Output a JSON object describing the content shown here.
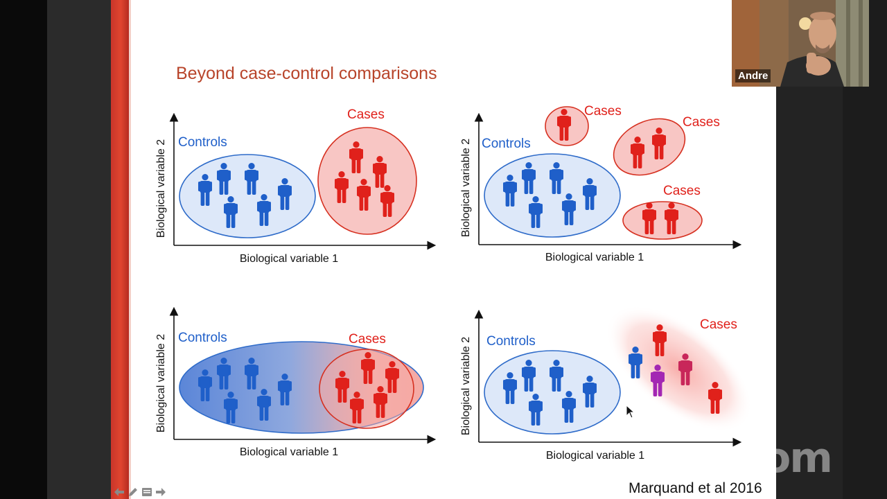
{
  "slide": {
    "title": "Beyond case-control comparisons",
    "citation": "Marquand et al 2016",
    "panels": [
      {
        "controls_label": "Controls",
        "cases_labels": [
          "Cases"
        ],
        "xlabel": "Biological variable 1",
        "ylabel": "Biological variable 2"
      },
      {
        "controls_label": "Controls",
        "cases_labels": [
          "Cases",
          "Cases",
          "Cases"
        ],
        "xlabel": "Biological variable 1",
        "ylabel": "Biological variable 2"
      },
      {
        "controls_label": "Controls",
        "cases_labels": [
          "Cases"
        ],
        "xlabel": "Biological variable 1",
        "ylabel": "Biological variable 2"
      },
      {
        "controls_label": "Controls",
        "cases_labels": [
          "Cases"
        ],
        "xlabel": "Biological variable 1",
        "ylabel": "Biological variable 2"
      }
    ]
  },
  "participant": {
    "name": "Andre"
  },
  "watermark": {
    "text": "zoom"
  },
  "colors": {
    "blue": "#1f5fc9",
    "red": "#e0211b",
    "purple": "#a327b3",
    "title": "#b8442a"
  },
  "icons": [
    "back-arrow-icon",
    "pen-icon",
    "menu-icon",
    "forward-arrow-icon",
    "mouse-cursor-icon"
  ]
}
